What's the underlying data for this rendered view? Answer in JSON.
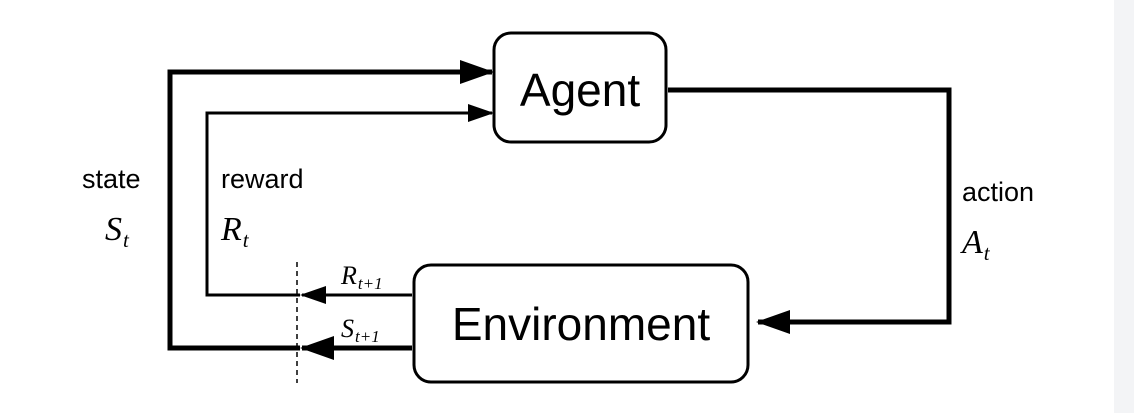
{
  "agent": {
    "label": "Agent"
  },
  "environment": {
    "label": "Environment"
  },
  "state": {
    "label": "state",
    "symbol": "S",
    "subscript": "t"
  },
  "reward": {
    "label": "reward",
    "symbol": "R",
    "subscript": "t"
  },
  "action": {
    "label": "action",
    "symbol": "A",
    "subscript": "t"
  },
  "next_reward": {
    "symbol": "R",
    "subscript": "t+1"
  },
  "next_state": {
    "symbol": "S",
    "subscript": "t+1"
  }
}
